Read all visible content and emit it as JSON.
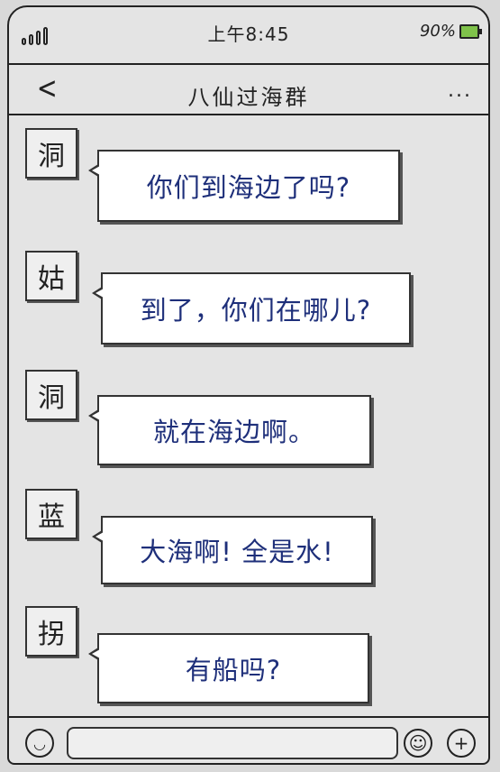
{
  "status_bar": {
    "time": "上午8:45",
    "battery_percent": "90%",
    "signal_icon": "signal-bars-icon",
    "battery_icon": "battery-icon"
  },
  "nav": {
    "back_icon": "back-chevron-icon",
    "back_glyph": "<",
    "title": "八仙过海群",
    "more_icon": "more-dots-icon",
    "more_glyph": "..."
  },
  "messages": [
    {
      "avatar": "洞",
      "text": "你们到海边了吗?"
    },
    {
      "avatar": "姑",
      "text": "到了，你们在哪儿?"
    },
    {
      "avatar": "洞",
      "text": "就在海边啊。"
    },
    {
      "avatar": "蓝",
      "text": "大海啊! 全是水!"
    },
    {
      "avatar": "拐",
      "text": "有船吗?"
    }
  ],
  "input_bar": {
    "voice_icon": "voice-icon",
    "voice_glyph": "◡",
    "input_value": "",
    "emoji_icon": "emoji-icon",
    "emoji_glyph": "☺",
    "add_icon": "plus-icon",
    "add_glyph": "+"
  },
  "colors": {
    "bubble_text": "#1e2f7a",
    "battery_fill": "#7fc24a",
    "background": "#e4e4e4"
  }
}
